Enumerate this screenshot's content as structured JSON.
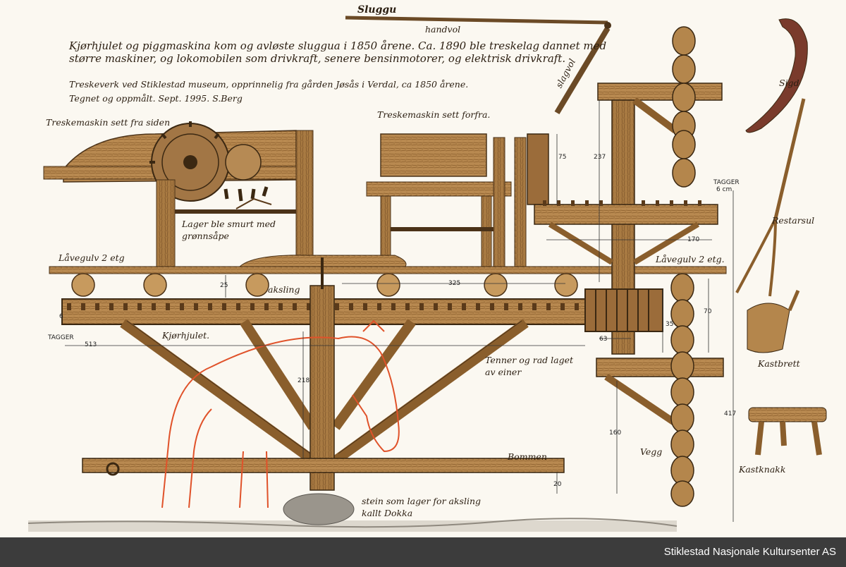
{
  "text": {
    "sluggu": "Sluggu",
    "handvol": "handvol",
    "slagvol": "slagvol",
    "intro_line1": "Kjørhjulet og piggmaskina kom og avløste sluggua i 1850 årene.  Ca. 1890 ble treskelag dannet med",
    "intro_line2": "større maskiner, og lokomobilen som drivkraft, senere bensinmotorer, og elektrisk drivkraft.",
    "credit_line1": "Treskeverk ved Stiklestad museum, opprinnelig fra gården Jøsås i Verdal, ca 1850 årene.",
    "credit_line2": "Tegnet og oppmålt.  Sept. 1995.  S.Berg",
    "side_view": "Treskemaskin sett fra siden",
    "front_view": "Treskemaskin sett forfra.",
    "lager": "Lager ble smurt med",
    "lager2": "grønnsåpe",
    "lavegulv_left": "Låvegulv  2 etg",
    "lavegulv_right": "Låvegulv  2 etg.",
    "aksling": "aksling",
    "kjorhjulet": "Kjørhjulet.",
    "tenner": "Tenner og rad laget",
    "tenner2": "av einer",
    "bommen": "Bommen",
    "stein": "stein som lager for aksling",
    "stein2": "kallt Dokka",
    "vegg": "Vegg",
    "sigd": "Sigd",
    "restarsul": "Restarsul",
    "kastbrett": "Kastbrett",
    "kastknakk": "Kastknakk",
    "tagger_left": "TAGGER",
    "tagger_right": "TAGGER",
    "tagger_right2": "6 cm"
  },
  "dimensions": {
    "d25": "25",
    "d325": "325",
    "d513": "513",
    "d218": "218",
    "d20": "20",
    "d237": "237",
    "d75": "75",
    "d170": "170",
    "d70": "70",
    "d35": "35",
    "d63": "63",
    "d160": "160",
    "d417": "417",
    "d6": "6"
  },
  "colors": {
    "wood": "#a8793f",
    "wood_dark": "#5a3a1a",
    "horse": "#e0522a",
    "footer": "#3c3c3c"
  },
  "footer": {
    "credit": "Stiklestad Nasjonale Kultursenter AS"
  }
}
